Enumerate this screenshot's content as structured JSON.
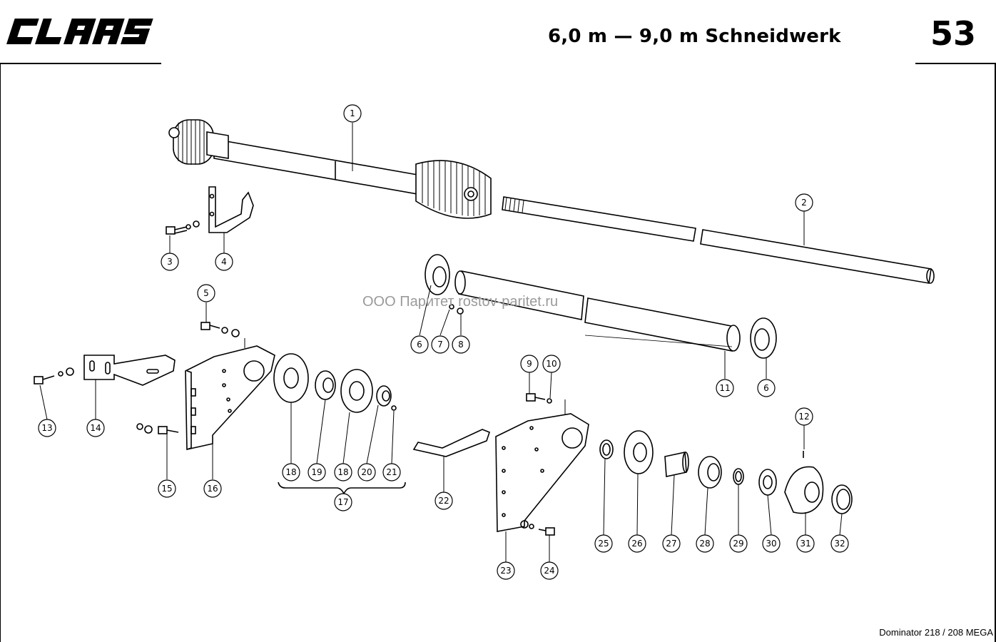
{
  "header": {
    "brand": "CLAAS",
    "title": "6,0 m — 9,0 m Schneidwerk",
    "page_number": "53"
  },
  "watermark": "ООО Паритет    rostov-paritet.ru",
  "footer": "Dominator 218 / 208 MEGA",
  "callouts": {
    "c1": "1",
    "c2": "2",
    "c3": "3",
    "c4": "4",
    "c5": "5",
    "c6a": "6",
    "c6b": "6",
    "c7": "7",
    "c8": "8",
    "c9": "9",
    "c10": "10",
    "c11": "11",
    "c12": "12",
    "c13": "13",
    "c14": "14",
    "c15": "15",
    "c16": "16",
    "c17": "17",
    "c18a": "18",
    "c18b": "18",
    "c19": "19",
    "c20": "20",
    "c21": "21",
    "c22": "22",
    "c23": "23",
    "c24": "24",
    "c25": "25",
    "c26": "26",
    "c27": "27",
    "c28": "28",
    "c29": "29",
    "c30": "30",
    "c31": "31",
    "c32": "32"
  }
}
